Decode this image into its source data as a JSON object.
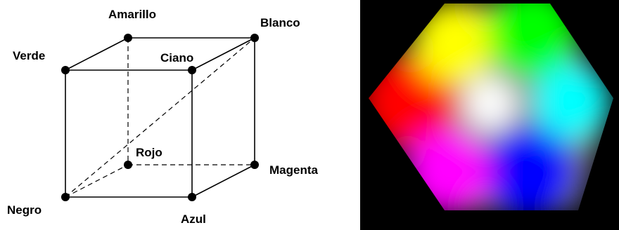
{
  "cube_diagram": {
    "vertex_labels": {
      "amarillo": "Amarillo",
      "blanco": "Blanco",
      "verde": "Verde",
      "ciano": "Ciano",
      "rojo": "Rojo",
      "magenta": "Magenta",
      "negro": "Negro",
      "azul": "Azul"
    }
  },
  "color_cube": {
    "colors": {
      "background": "#000000",
      "red": "#ff0000",
      "yellow": "#ffff00",
      "green": "#00ff00",
      "cyan": "#00ffff",
      "blue": "#0000ff",
      "magenta": "#ff00ff",
      "white": "#ffffff"
    }
  }
}
